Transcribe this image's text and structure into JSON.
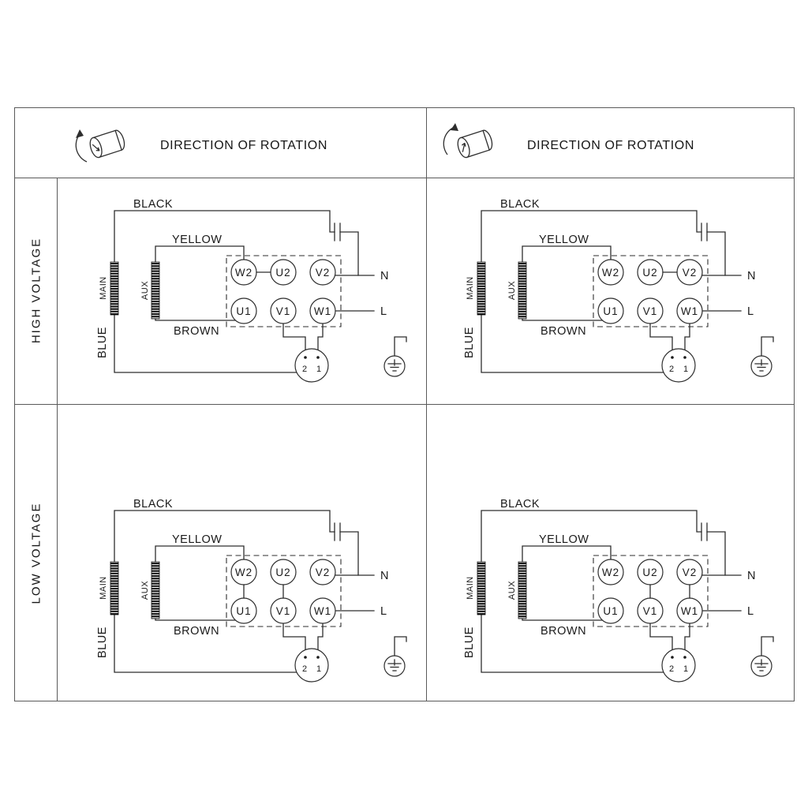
{
  "colors": {
    "background": "#ffffff",
    "line": "#2e2e2e",
    "text": "#1a1a1a"
  },
  "header": {
    "left": {
      "title": "DIRECTION OF ROTATION",
      "icon": "motor-shaft-ccw-rotation-icon"
    },
    "right": {
      "title": "DIRECTION OF ROTATION",
      "icon": "motor-shaft-cw-rotation-icon"
    }
  },
  "rows": {
    "high": {
      "label": "HIGH VOLTAGE"
    },
    "low": {
      "label": "LOW VOLTAGE"
    }
  },
  "diagram": {
    "wire_labels": {
      "black": "BLACK",
      "yellow": "YELLOW",
      "brown": "BROWN",
      "blue": "BLUE"
    },
    "winding_labels": {
      "main": "MAIN",
      "aux": "AUX"
    },
    "terminals": {
      "w2": "W2",
      "u2": "U2",
      "v2": "V2",
      "u1": "U1",
      "v1": "V1",
      "w1": "W1"
    },
    "supply": {
      "neutral": "N",
      "line": "L"
    },
    "plug": {
      "pin2": "2",
      "pin1": "1"
    },
    "icons": {
      "ground": "earth-ground-icon",
      "capacitor": "capacitor-symbol"
    }
  },
  "links": {
    "high_left": [
      "W2-U2"
    ],
    "high_right": [
      "U2-V2"
    ],
    "low_left": [
      "W2-U1",
      "U2-V1"
    ],
    "low_right": [
      "U2-V1",
      "V2-W1"
    ]
  }
}
